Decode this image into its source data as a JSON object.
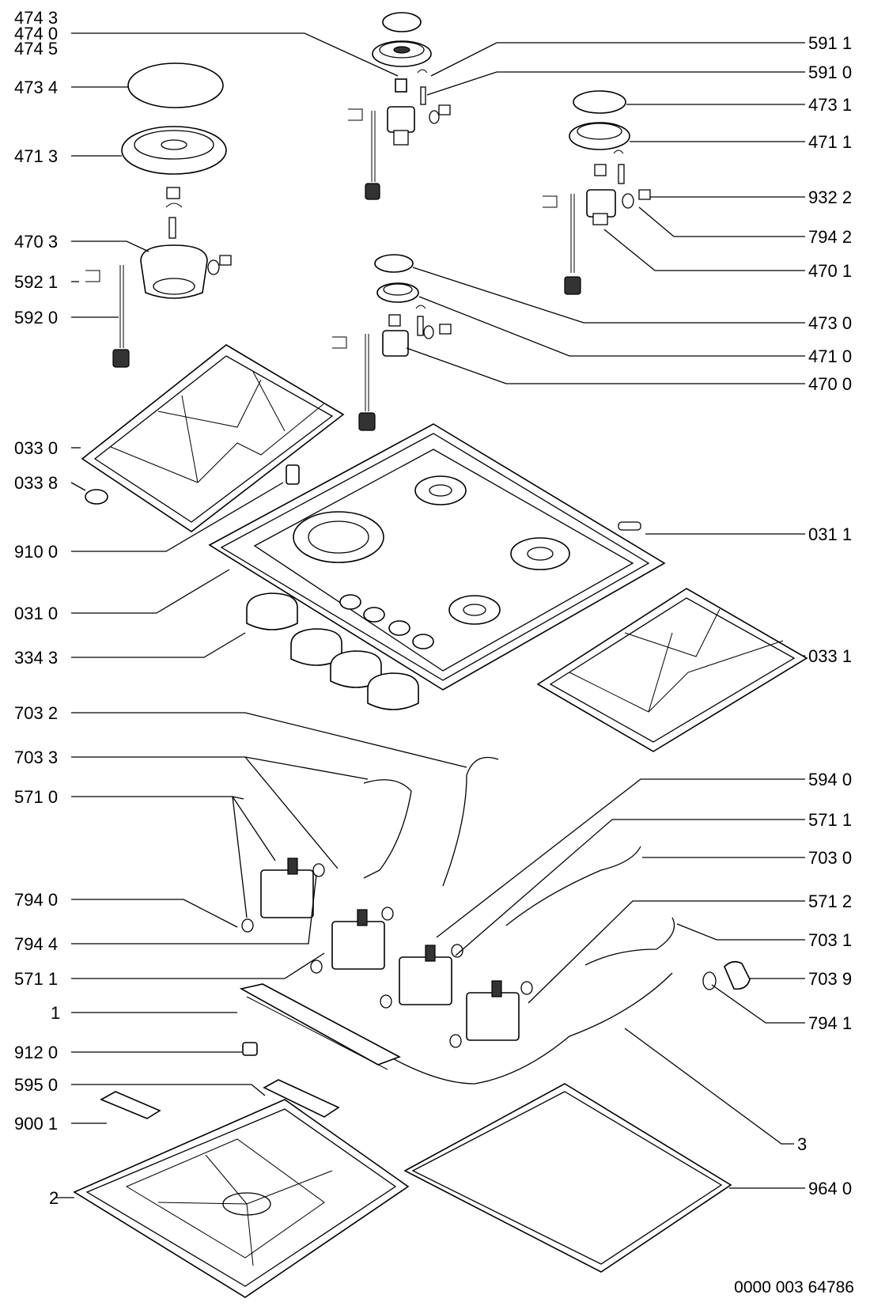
{
  "diagram": {
    "doc_number": "0000 003 64786",
    "labels_left": {
      "l474_3": "474 3",
      "l474_0": "474 0",
      "l474_5": "474 5",
      "l473_4": "473 4",
      "l471_3": "471 3",
      "l470_3": "470 3",
      "l592_1": "592 1",
      "l592_0": "592 0",
      "l033_0": "033 0",
      "l033_8": "033 8",
      "l910_0": "910 0",
      "l031_0": "031 0",
      "l334_3": "334 3",
      "l703_2": "703 2",
      "l703_3": "703 3",
      "l571_0": "571 0",
      "l794_0": "794 0",
      "l794_4": "794 4",
      "l571_1b": "571 1",
      "l1": "1",
      "l912_0": "912 0",
      "l595_0": "595 0",
      "l900_1": "900 1",
      "l2": "2"
    },
    "labels_right": {
      "r591_1": "591 1",
      "r591_0": "591 0",
      "r473_1": "473 1",
      "r471_1": "471 1",
      "r932_2": "932 2",
      "r794_2": "794 2",
      "r470_1": "470 1",
      "r473_0": "473 0",
      "r471_0": "471 0",
      "r470_0": "470 0",
      "r031_1": "031 1",
      "r033_1": "033 1",
      "r594_0": "594 0",
      "r571_1": "571 1",
      "r703_0": "703 0",
      "r571_2": "571 2",
      "r703_1": "703 1",
      "r703_9": "703 9",
      "r794_1": "794 1",
      "r3": "3",
      "r964_0": "964 0"
    }
  }
}
